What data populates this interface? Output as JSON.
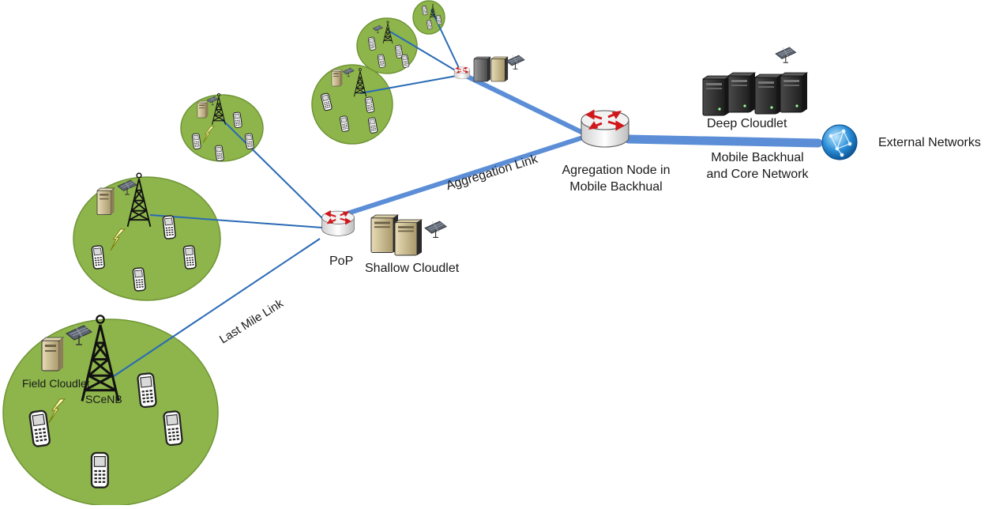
{
  "labels": {
    "external_networks": "External Networks",
    "deep_cloudlet": "Deep Cloudlet",
    "core_network_line1": "Mobile Backhual",
    "core_network_line2": "and Core Network",
    "agg_node_line1": "Agregation Node in",
    "agg_node_line2": "Mobile Backhual",
    "aggregation_link": "Aggregation Link",
    "pop": "PoP",
    "shallow_cloudlet": "Shallow Cloudlet",
    "last_mile_link": "Last Mile Link",
    "field_cloudlet": "Field Cloudlet",
    "scenb": "SCeNB"
  },
  "colors": {
    "cell_fill": "#8db54b",
    "cell_stroke": "#6f9535",
    "backhaul_link": "#5b8ed6",
    "access_link": "#2a6ab5",
    "router_arrows": "#d0181c",
    "server_dark": "#2a2a2a",
    "server_beige": "#c9b98e",
    "globe": "#2b8fd8"
  },
  "icons": [
    "globe-icon",
    "router-icon",
    "server-icon",
    "solar-panel-icon",
    "cell-tower-icon",
    "mobile-phone-icon",
    "lightning-icon"
  ]
}
